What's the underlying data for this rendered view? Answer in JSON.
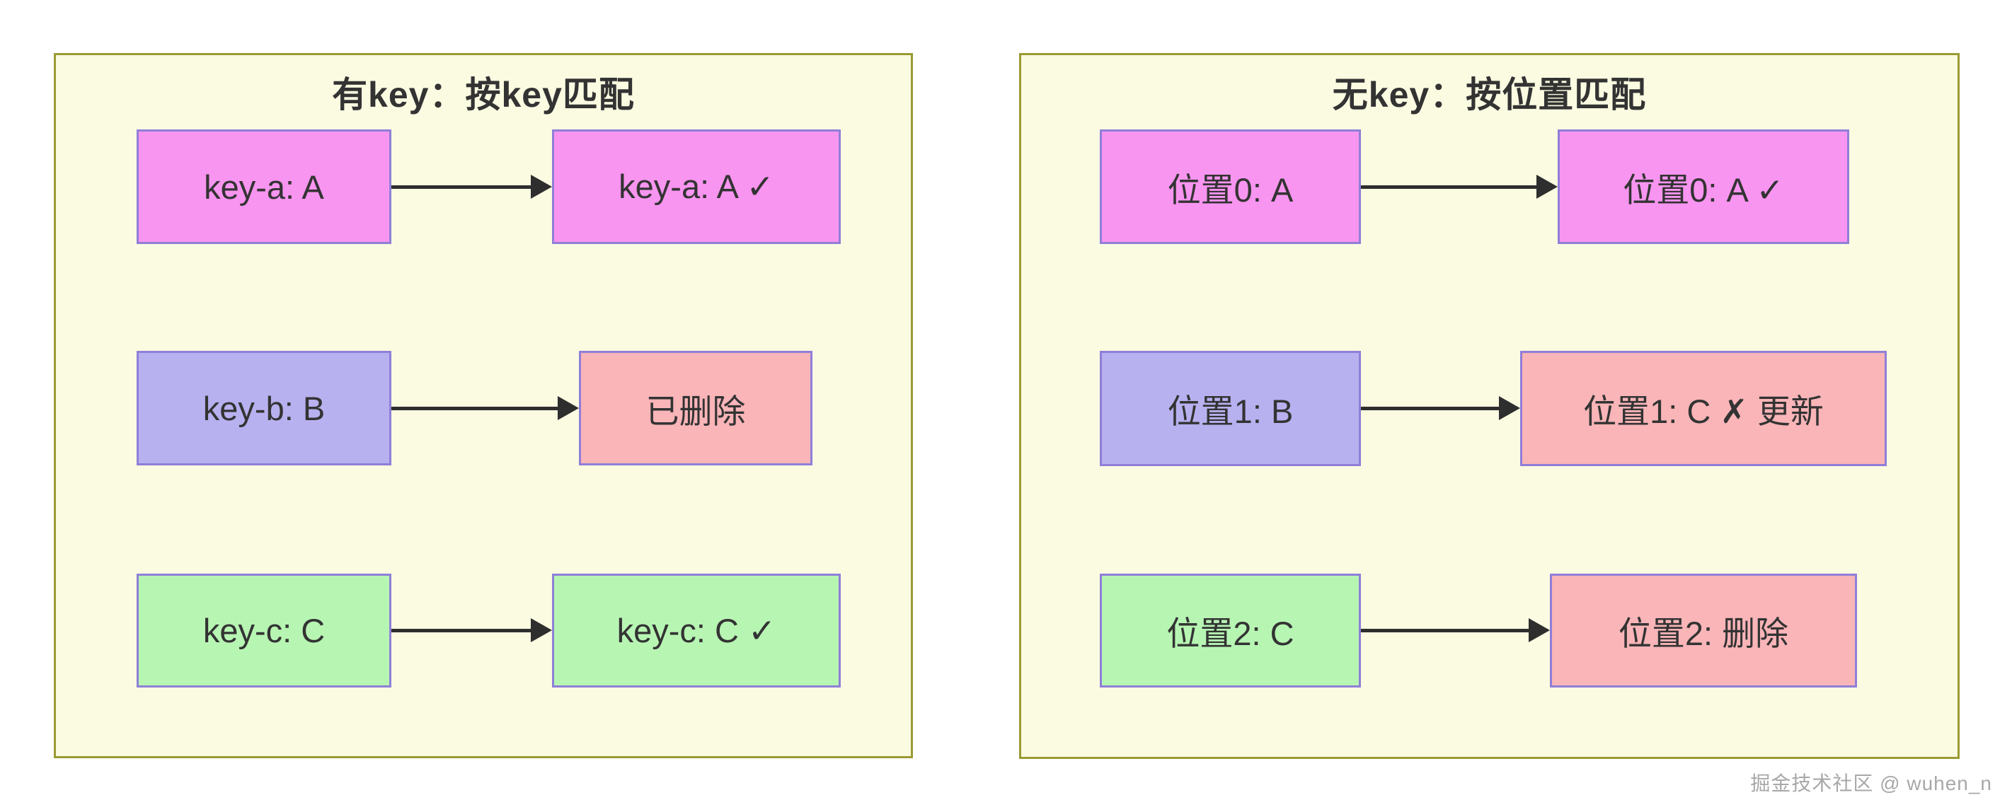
{
  "page": {
    "watermark": "掘金技术社区 @ wuhen_n"
  },
  "colors": {
    "panel_background": "#fbfbe2",
    "panel_border": "#9a9a33",
    "node_border": "#8f7fd8",
    "node_pink": "#f895f0",
    "node_purple": "#b7b1f0",
    "node_green": "#b7f5b3",
    "node_red": "#f9b5b8",
    "text": "#333333",
    "arrow": "#2e2e2e",
    "watermark_text": "#a9a7a7"
  },
  "panels": [
    {
      "title": "有key：按key匹配",
      "rows": [
        {
          "source": {
            "label": "key-a: A",
            "color": "pink"
          },
          "target": {
            "label": "key-a: A ✓",
            "color": "pink"
          }
        },
        {
          "source": {
            "label": "key-b: B",
            "color": "purple"
          },
          "target": {
            "label": "已删除",
            "color": "red"
          }
        },
        {
          "source": {
            "label": "key-c: C",
            "color": "green"
          },
          "target": {
            "label": "key-c: C ✓",
            "color": "green"
          }
        }
      ]
    },
    {
      "title": "无key：按位置匹配",
      "rows": [
        {
          "source": {
            "label": "位置0: A",
            "color": "pink"
          },
          "target": {
            "label": "位置0: A ✓",
            "color": "pink"
          }
        },
        {
          "source": {
            "label": "位置1: B",
            "color": "purple"
          },
          "target": {
            "label": "位置1: C ✗ 更新",
            "color": "red"
          }
        },
        {
          "source": {
            "label": "位置2: C",
            "color": "green"
          },
          "target": {
            "label": "位置2: 删除",
            "color": "red"
          }
        }
      ]
    }
  ]
}
